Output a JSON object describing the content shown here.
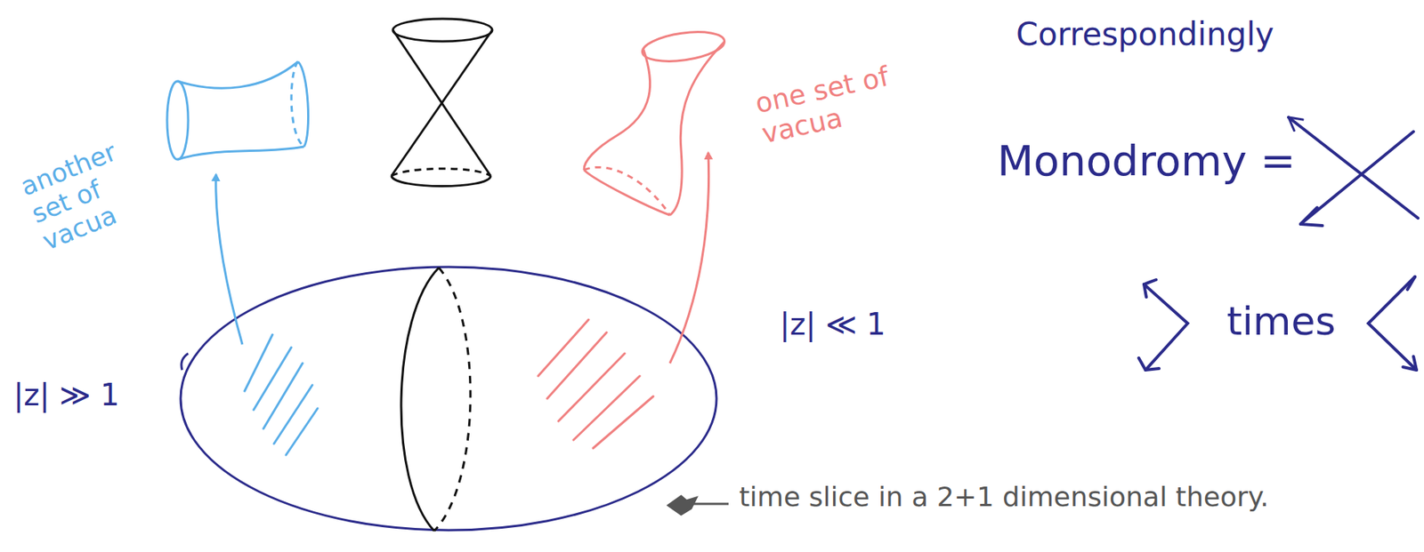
{
  "diagram": {
    "labels": [
      "Correspondingly",
      "one set of vacua",
      "Monodromy =",
      "another set of vacua",
      "times",
      "|z| ≪ 1",
      "|z| ≫ 1",
      "time slice in a 2+1 dimensional theory."
    ]
  }
}
